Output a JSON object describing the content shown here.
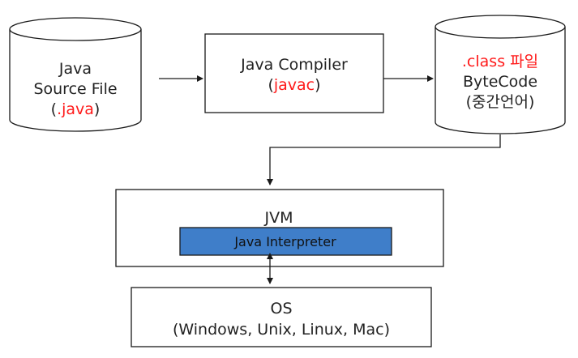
{
  "colors": {
    "highlight_text": "#ff1a1a",
    "interpreter_fill": "#3f7ec9",
    "box_stroke": "#1a1a1a"
  },
  "source_file": {
    "line1": "Java",
    "line2": "Source File",
    "line3_open": "(",
    "line3_ext": ".java",
    "line3_close": ")"
  },
  "compiler": {
    "line1": "Java Compiler",
    "line2_open": "(",
    "line2_name": "javac",
    "line2_close": ")"
  },
  "class_file": {
    "line1": ".class 파일",
    "line2": "ByteCode",
    "line3": "(중간언어)"
  },
  "jvm": {
    "label": "JVM",
    "interpreter_label": "Java Interpreter"
  },
  "os": {
    "label": "OS",
    "platforms": "(Windows, Unix, Linux, Mac)"
  }
}
